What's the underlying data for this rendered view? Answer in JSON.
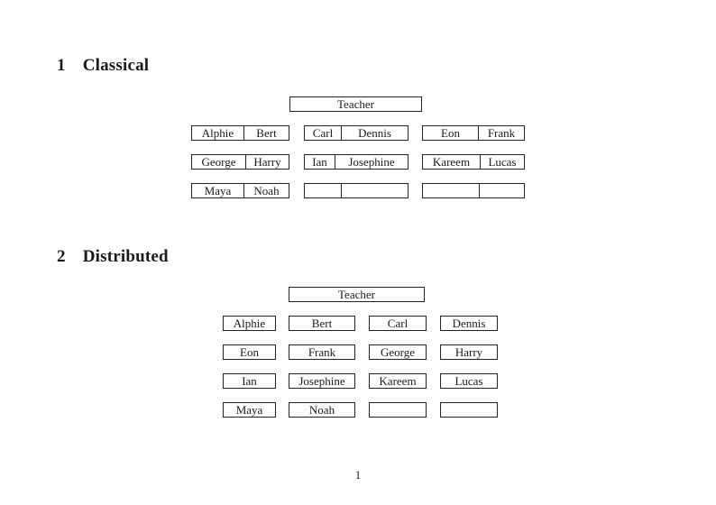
{
  "page": {
    "number_label": "1"
  },
  "sections": {
    "classical": {
      "heading_number": "1",
      "heading_title": "Classical",
      "teacher_label": "Teacher",
      "rows": [
        {
          "desks": [
            {
              "cells": [
                "Alphie",
                "Bert"
              ]
            },
            {
              "cells": [
                "Carl",
                "Dennis"
              ]
            },
            {
              "cells": [
                "Eon",
                "Frank"
              ]
            }
          ]
        },
        {
          "desks": [
            {
              "cells": [
                "George",
                "Harry"
              ]
            },
            {
              "cells": [
                "Ian",
                "Josephine"
              ]
            },
            {
              "cells": [
                "Kareem",
                "Lucas"
              ]
            }
          ]
        },
        {
          "desks": [
            {
              "cells": [
                "Maya",
                "Noah"
              ]
            },
            {
              "cells": [
                "",
                ""
              ]
            },
            {
              "cells": [
                "",
                ""
              ]
            }
          ]
        }
      ]
    },
    "distributed": {
      "heading_number": "2",
      "heading_title": "Distributed",
      "teacher_label": "Teacher",
      "rows": [
        {
          "desks": [
            "Alphie",
            "Bert",
            "Carl",
            "Dennis"
          ]
        },
        {
          "desks": [
            "Eon",
            "Frank",
            "George",
            "Harry"
          ]
        },
        {
          "desks": [
            "Ian",
            "Josephine",
            "Kareem",
            "Lucas"
          ]
        },
        {
          "desks": [
            "Maya",
            "Noah",
            "",
            ""
          ]
        }
      ]
    }
  }
}
